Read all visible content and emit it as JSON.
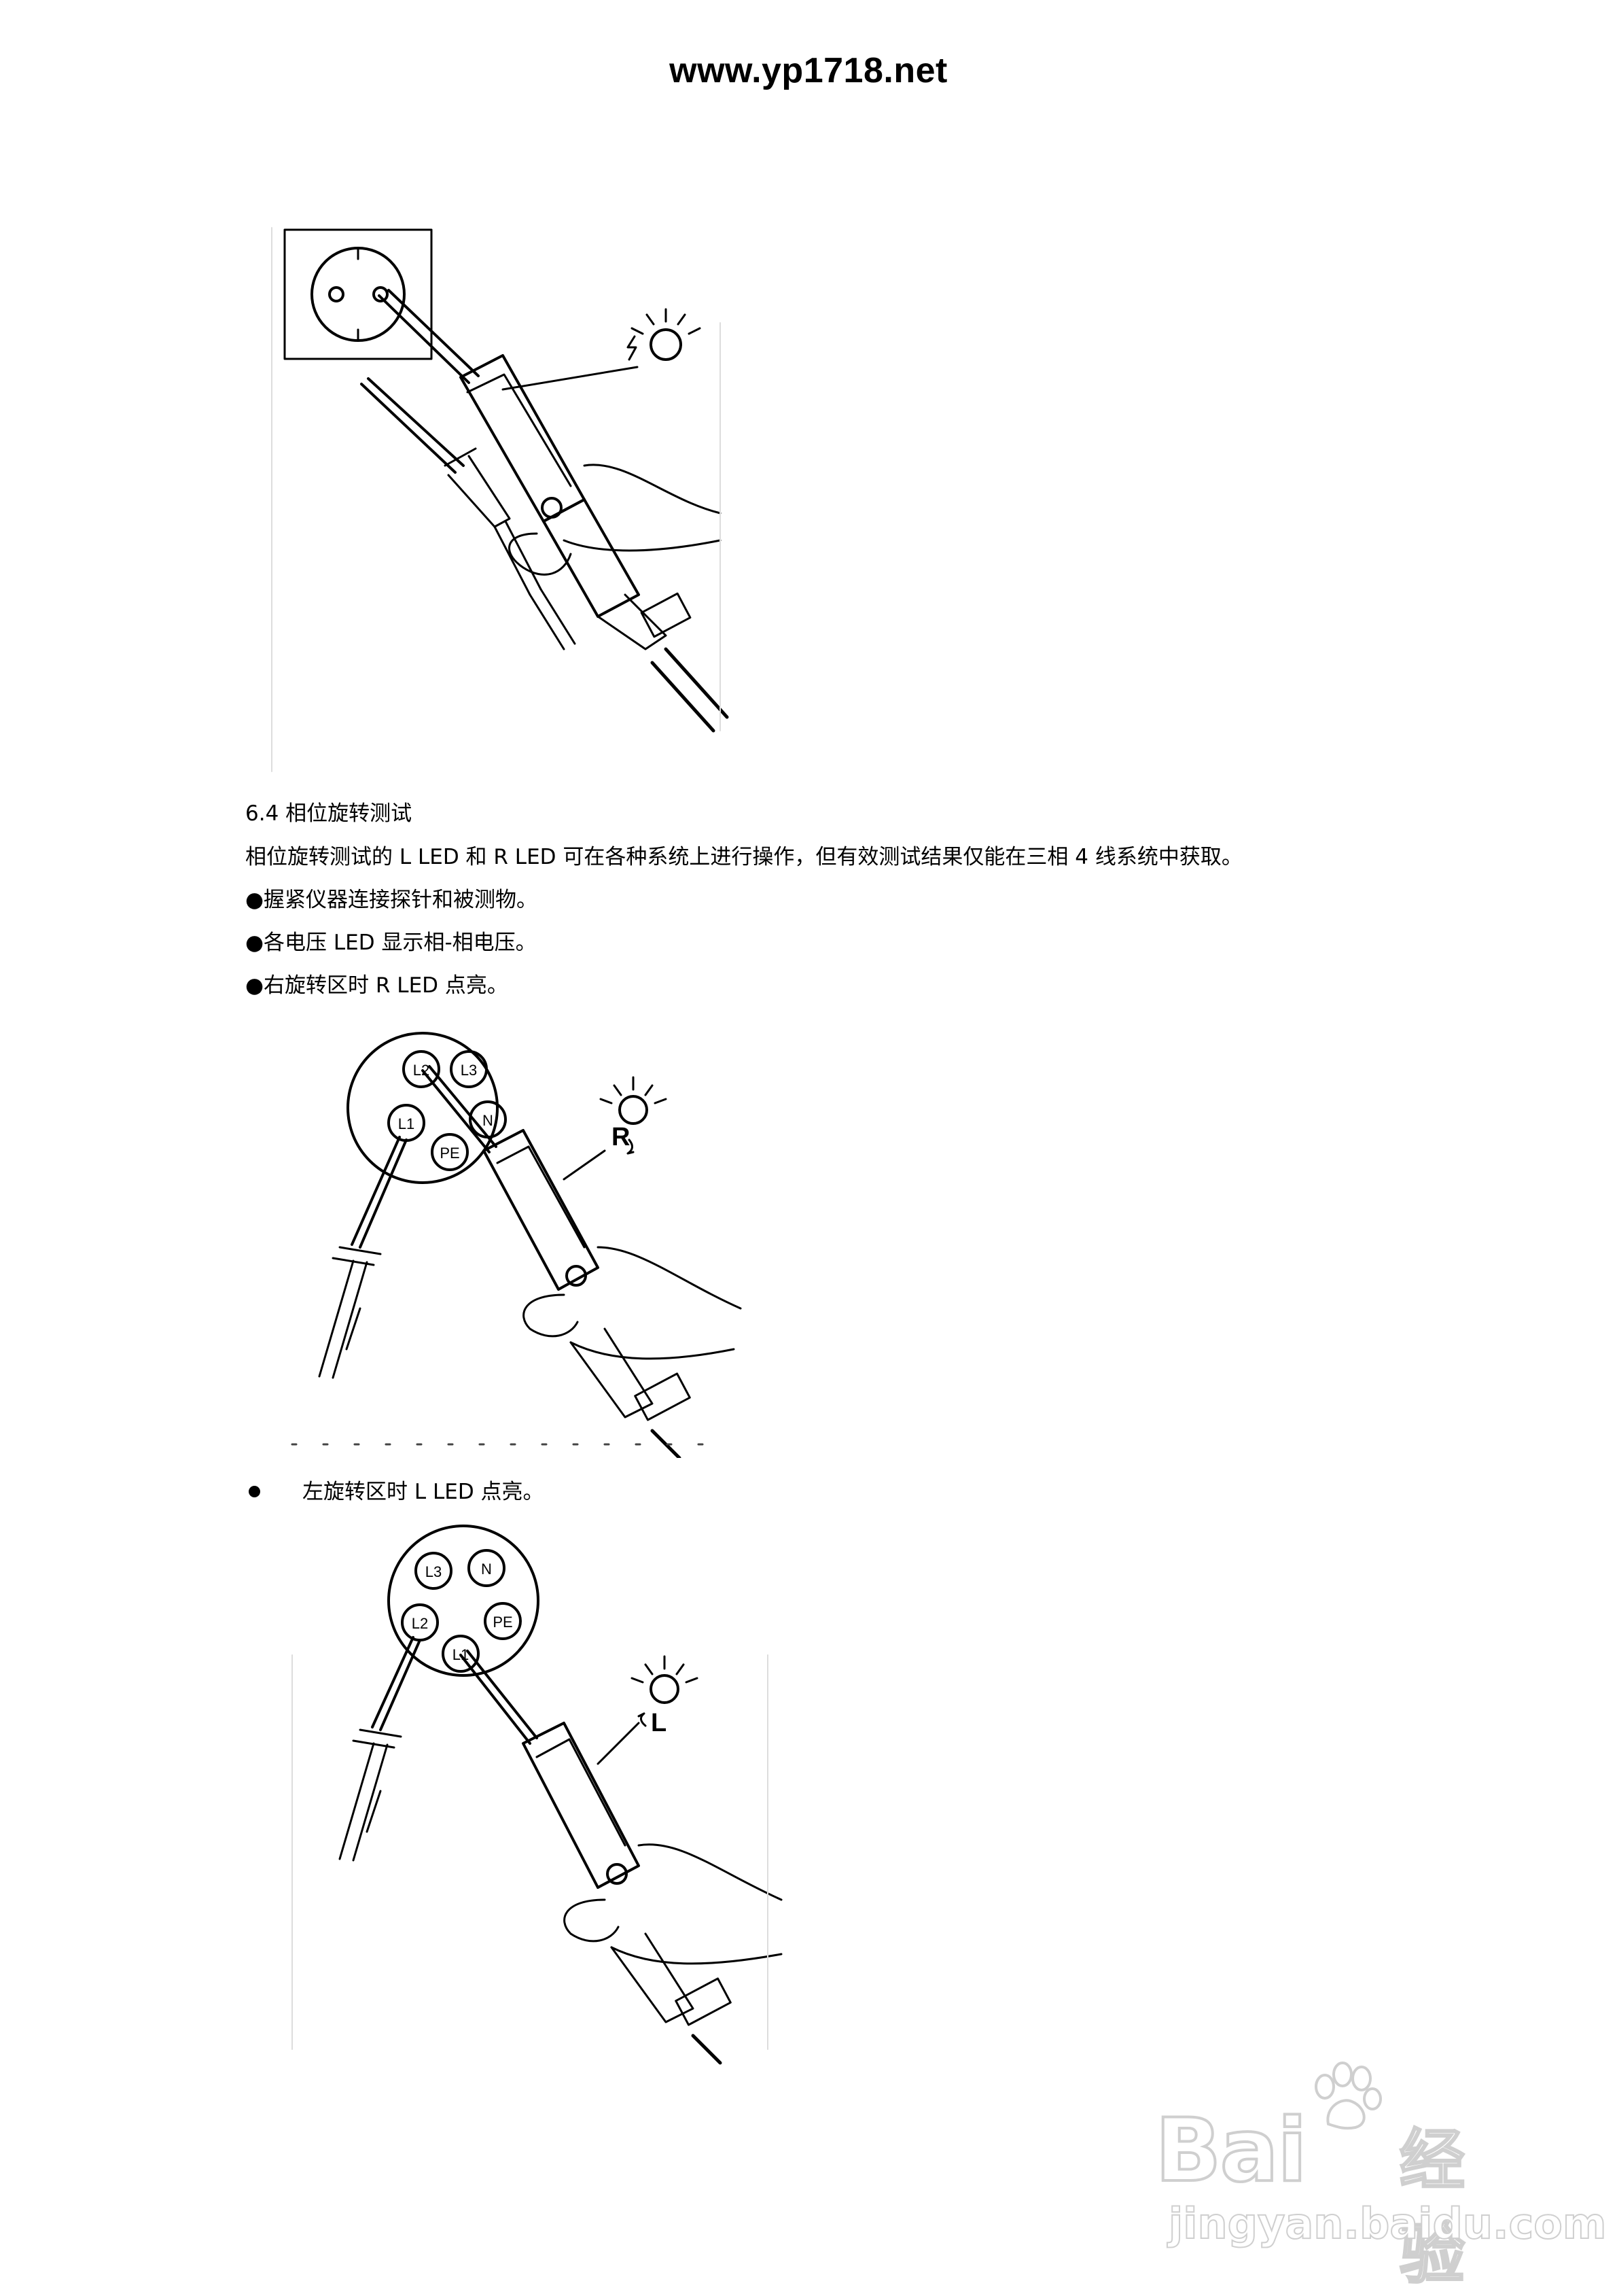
{
  "header": {
    "url": "www.yp1718.net"
  },
  "section": {
    "heading": "6.4  相位旋转测试",
    "intro": "相位旋转测试的 L LED 和 R LED 可在各种系统上进行操作，但有效测试结果仅能在三相 4 线系统中获取。",
    "bullets": [
      "●握紧仪器连接探针和被测物。",
      "●各电压 LED 显示相-相电压。",
      "●右旋转区时 R LED 点亮。"
    ],
    "bullet_left": "左旋转区时 L LED 点亮。"
  },
  "figures": {
    "fig2": {
      "terminals": [
        "L2",
        "L3",
        "L1",
        "N",
        "PE"
      ],
      "indicator": "R"
    },
    "fig3": {
      "terminals": [
        "L3",
        "N",
        "L2",
        "PE",
        "L1"
      ],
      "indicator": "L"
    }
  },
  "watermark": {
    "brand": "Bai",
    "brand2": "经验",
    "domain": "jingyan.baidu.com"
  }
}
